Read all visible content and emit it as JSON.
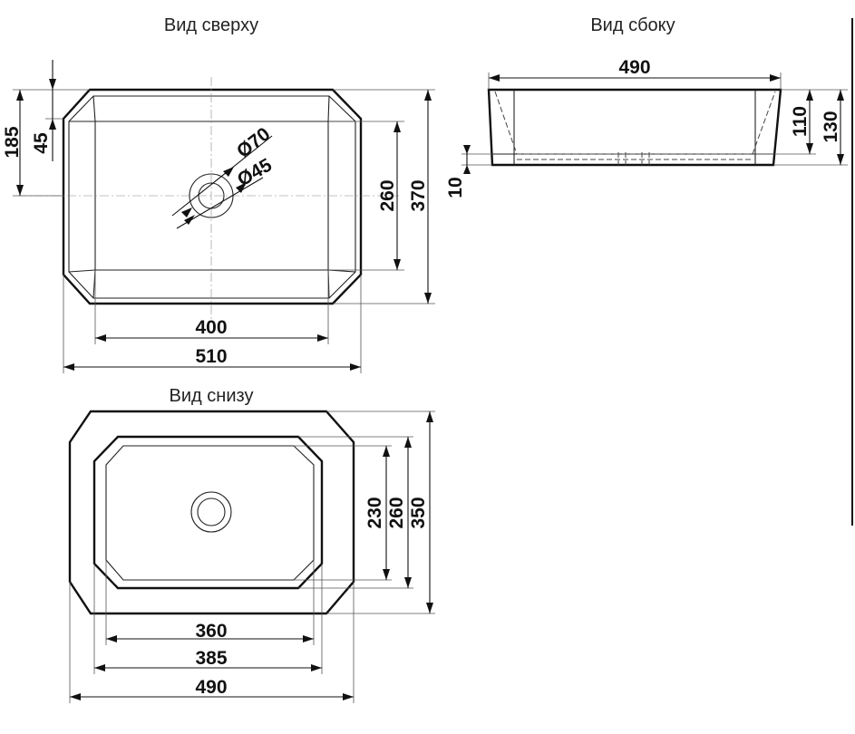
{
  "views": {
    "top": "Вид сверху",
    "side": "Вид сбоку",
    "bottom": "Вид снизу"
  },
  "top_dims": {
    "depth_half": "185",
    "corner": "45",
    "diameter_outer": "Ø70",
    "diameter_inner": "Ø45",
    "inner_height": "260",
    "outer_height": "370",
    "inner_width": "400",
    "outer_width": "510"
  },
  "side_dims": {
    "width": "490",
    "inner_depth": "110",
    "height": "130",
    "base": "10"
  },
  "bottom_dims": {
    "h1": "230",
    "h2": "260",
    "h3": "350",
    "w1": "360",
    "w2": "385",
    "w3": "490"
  }
}
